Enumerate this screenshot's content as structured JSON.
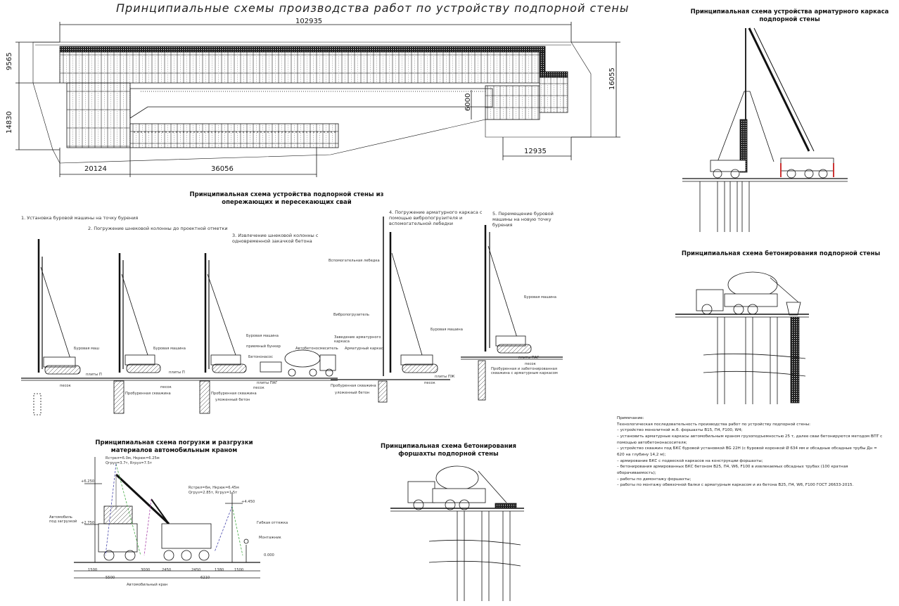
{
  "title": "Принципиальные схемы производства работ по устройству подпорной стены",
  "plan": {
    "dims": {
      "total_length": "102935",
      "left_upper": "9565",
      "left_lower": "14830",
      "right_height": "16055",
      "notch": "6000",
      "bottom_right": "12935",
      "bottom_left": "20124",
      "bottom_mid": "36056"
    }
  },
  "sections": {
    "rebar": "Принципиальная схема устройства арматурного каркаса подпорной стены",
    "piles": "Принципиальная схема устройства подпорной стены из опережающих и пересекающих свай",
    "concrete_wall": "Принципиальная схема бетонирования подпорной стены",
    "loading": "Принципиальная схема погрузки и разгрузки материалов автомобильным краном",
    "concrete_formwork": "Принципиальная схема бетонирования форшахты подпорной стены"
  },
  "steps": {
    "s1": "1. Установка буровой машины на точку бурения",
    "s2": "2. Погружение шнековой колонны до проектной отметки",
    "s3": "3. Извлечение шнековой колонны с одновременной закачкой бетона",
    "s4": "4. Погружение арматурного каркаса с помощью вибропогрузителя и вспомогательной лебедки",
    "s5": "5. Перемещение буровой машины на новую точку бурения"
  },
  "labels": {
    "drill_machine": "Буровая машина",
    "drill_short": "Буровая маш",
    "slab": "плиты П",
    "slab_pag": "плиты ПАГ",
    "slab_pzh": "плиты ПЖ",
    "sand": "песок",
    "drilled_well": "Пробуренная скважина",
    "laid_concrete": "уложенный бетон",
    "concrete_pump": "Бетононасос",
    "mixer": "Автобетоносмеситель",
    "concrete_inlet": "приемный бункер",
    "aux_winch": "Вспомогательная лебедка",
    "vibro": "Вибропогрузитель",
    "cage": "Арматурный каркас",
    "cage_in_well": "Заведение арматурного каркаса",
    "sand_cage": "Пробуренная и забетонированная скважина с арматурным каркасом",
    "drilled_concrete": "Пробуренная скважина, уложенный бетон"
  },
  "loading": {
    "lv1": "+6.250",
    "lv2": "+2.750",
    "lv3": "+4.450",
    "lv4": "0.000",
    "crane_param1": "Rстрел=6.0м, Hкрюк=6.25м",
    "crane_param2": "Qгруз=3.7т, Rгруз=7.5т",
    "crane_param3": "Rстрел=6м, Hкрюк=6.45м",
    "crane_param4": "Qгруз=2.85т, Rгруз=1.5т",
    "truck": "Автомобиль под загрузкой",
    "crane": "Автомобильный кран",
    "sling": "Гибкая оттяжка",
    "operator": "Монтажник",
    "d1": "1500",
    "d2": "5500",
    "d3": "3000",
    "d4": "2450",
    "d5": "2450",
    "d6": "1380",
    "d7": "1500",
    "d8": "6210"
  },
  "notes": {
    "heading": "Примечание:",
    "lines": [
      "Технологическая последовательность производства работ по устройству подпорной стены:",
      "– устройство монолитной ж.б. форшахты В15, П4, F100, W4;",
      "– установить арматурные каркасы автомобильным краном грузоподъемностью 25 т, далее сваи бетонируются методом ВПТ с помощью автобетононасосителя;",
      "– устройство скважин под БКС буровой установкой BG 22H (с буровой коронкой Ø 634 мм и обсадные обсадные трубы Дн = 620 на глубину 14,2 м);",
      "– армирование БКС с подвеской каркасов на конструкции форшахты;",
      "– бетонирования армированных БКС бетоном В25, П4, W6, F100 в извлекаемых обсадных трубах (100 кратная оборачиваемость);",
      "– работы по демонтажу форшахты;",
      "– работы по монтажу обвязочной балки с арматурным каркасом и из бетона В25, П4, W6, F100 ГОСТ 26633-2015."
    ]
  }
}
